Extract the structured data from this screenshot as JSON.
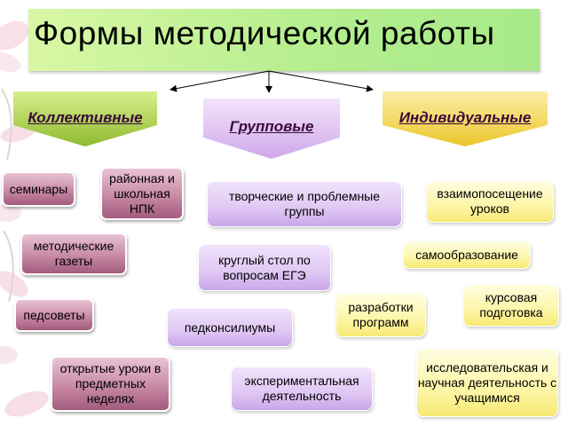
{
  "title": "Формы методической работы",
  "categories": {
    "collective": "Коллективные",
    "group": "Групповые",
    "individual": "Индивидуальные"
  },
  "collective_items": [
    "семинары",
    "районная и школьная НПК",
    "методические газеты",
    "педсоветы",
    "открытые уроки в предметных неделях"
  ],
  "group_items": [
    "творческие и проблемные группы",
    "круглый стол по вопросам ЕГЭ",
    "педконсилиумы",
    "экспериментальная деятельность"
  ],
  "individual_items": [
    "взаимопосещение уроков",
    "самообразование",
    "курсовая подготовка",
    "разработки программ",
    "исследовательская и научная деятельность с учащимися"
  ],
  "colors": {
    "title_bg": "#b5ee8f",
    "collective_banner": "#9bc23a",
    "group_banner": "#d9b8f0",
    "individual_banner": "#f0d33a",
    "collective_box": "#c88aa5",
    "group_box": "#e0c7f4",
    "individual_box": "#fdf6a8"
  }
}
